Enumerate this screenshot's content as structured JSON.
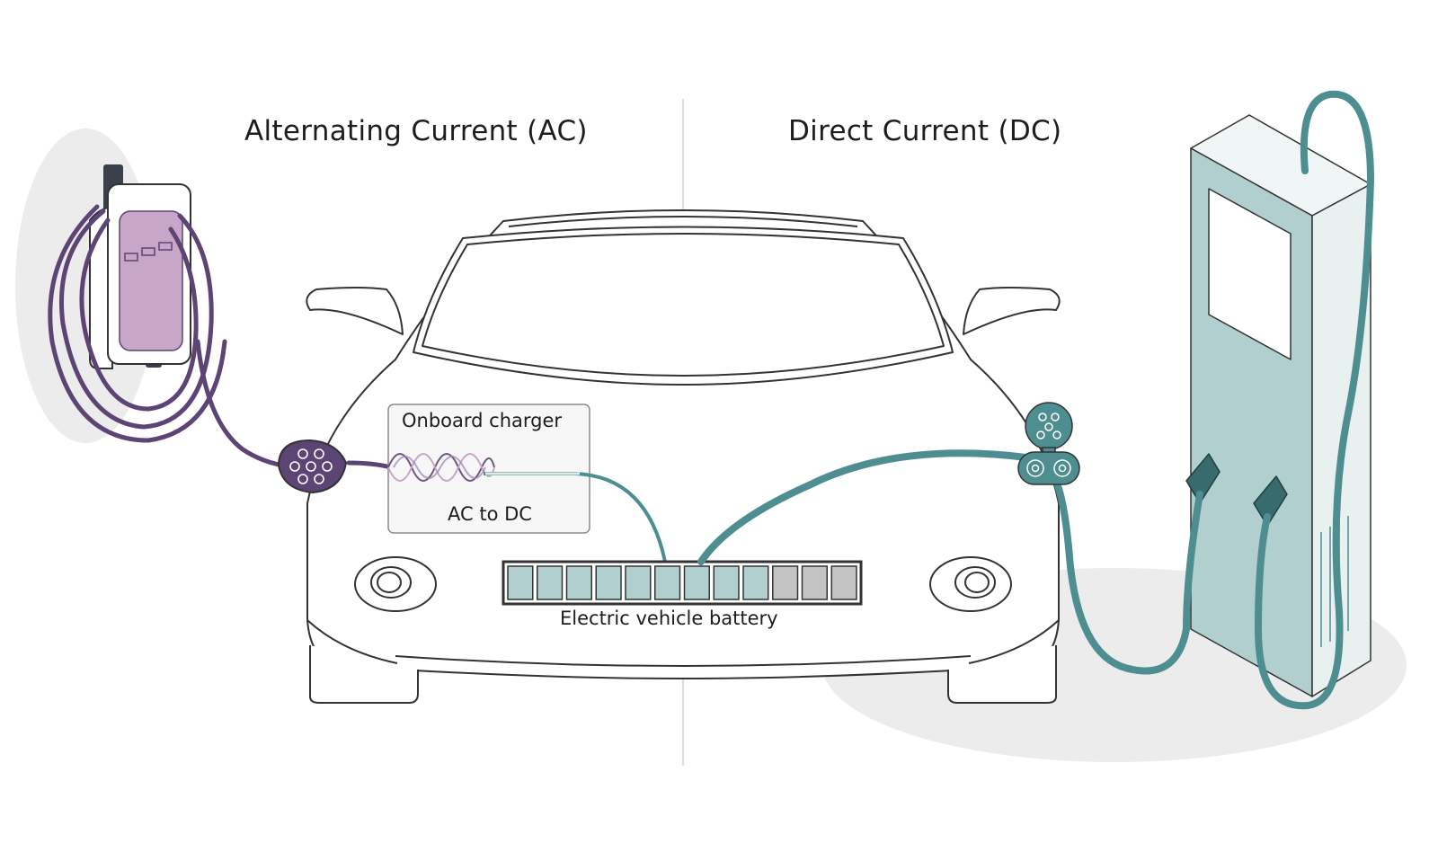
{
  "titles": {
    "ac": "Alternating Current (AC)",
    "dc": "Direct Current (DC)"
  },
  "onboard_charger": {
    "title": "Onboard charger",
    "subtitle": "AC to DC"
  },
  "battery": {
    "label": "Electric vehicle battery",
    "total_cells": 12,
    "charged_cells": 9
  },
  "colors": {
    "ac_cable": "#5c4474",
    "ac_charger_screen": "#c8a6c8",
    "dc_cable": "#4e8e90",
    "dc_station_body": "#b2cfcf",
    "dc_station_side": "#e8f0f0",
    "battery_charged": "#b2cfcf",
    "battery_empty": "#c3c3c3",
    "outline": "#333333",
    "shadow": "#ececec"
  },
  "icons": [
    "wall-charger-icon",
    "type2-plug-icon",
    "ccs-plug-icon",
    "dc-charging-station-icon",
    "ac-sine-wave-icon"
  ]
}
